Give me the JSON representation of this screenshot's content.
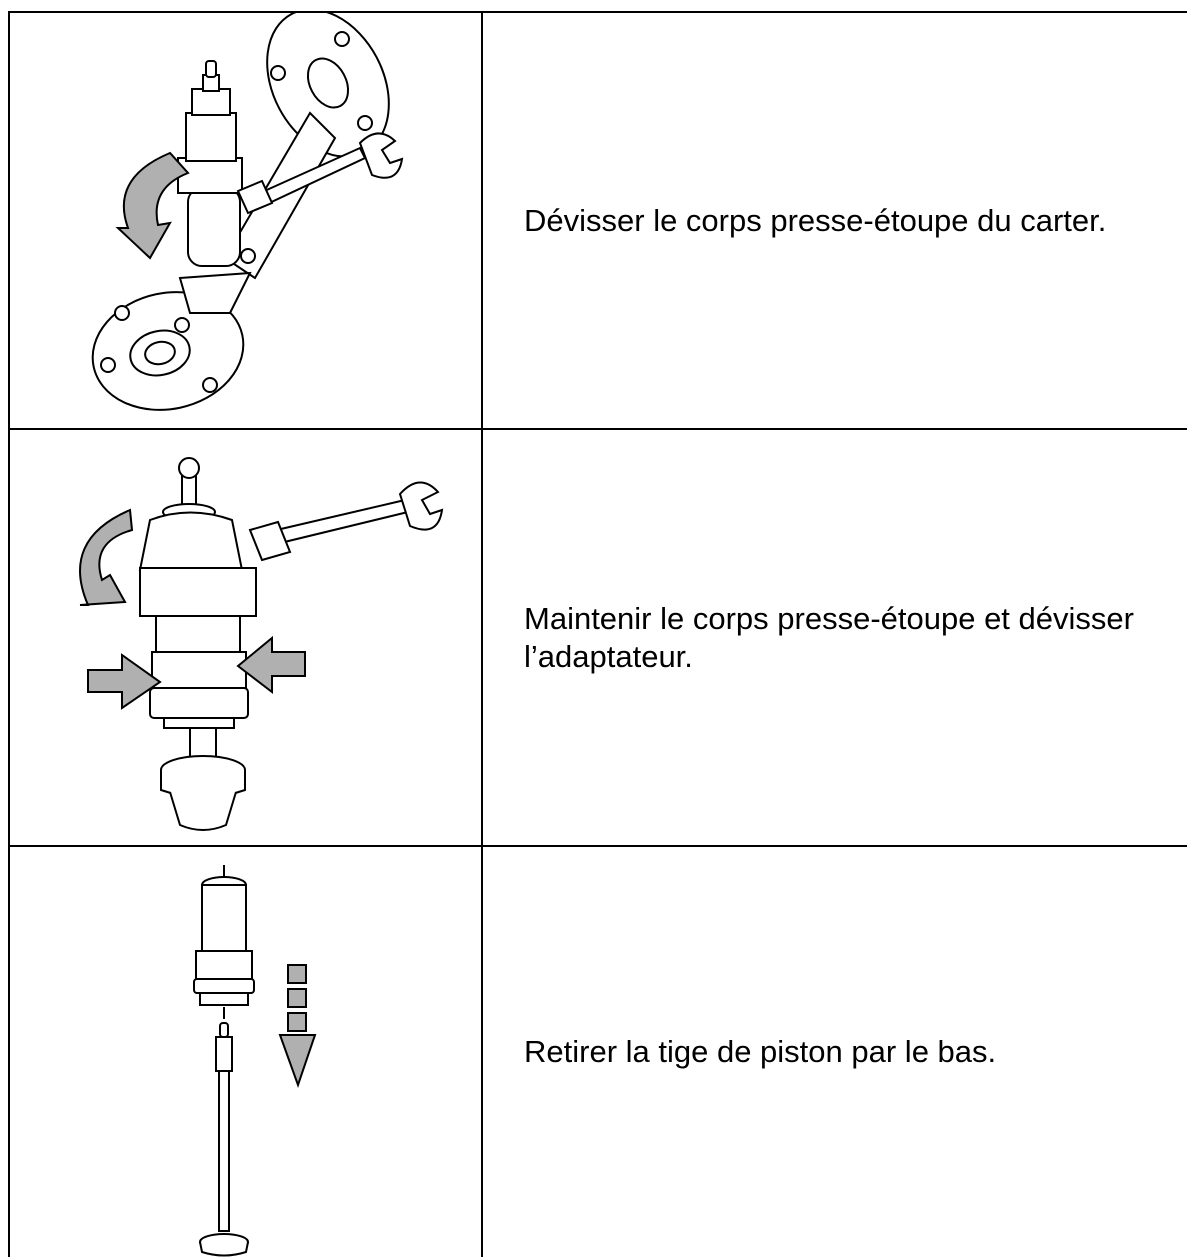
{
  "steps": [
    {
      "text": "Dévisser le corps presse-étoupe du carter.",
      "illustration": "valve-body-wrench-unscrew-illustration"
    },
    {
      "text": "Maintenir le corps presse-étoupe et dévisser\nl’adaptateur.",
      "illustration": "gland-adapter-unscrew-illustration"
    },
    {
      "text": "Retirer la tige de piston par le bas.",
      "illustration": "piston-rod-removal-illustration"
    }
  ],
  "colors": {
    "line": "#000000",
    "arrow_fill": "#b0b0b0",
    "background": "#ffffff"
  }
}
